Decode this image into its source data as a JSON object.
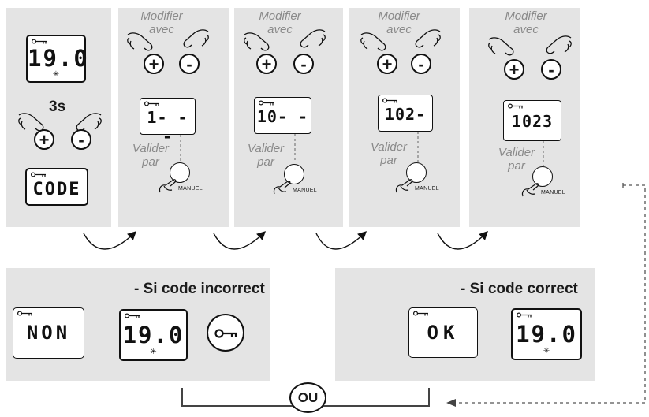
{
  "colors": {
    "panel": "#e4e4e4",
    "italic_text": "#8a8a8a",
    "ink": "#111111"
  },
  "icons": {
    "key": "key-icon",
    "finger": "pointing-finger-icon",
    "star": "sun-star-icon",
    "arrow": "curved-arrow-icon"
  },
  "step1": {
    "display": "19.0",
    "hold_time": "3s",
    "plus": "+",
    "minus": "-",
    "code_display": "CODE"
  },
  "steps": [
    {
      "modify": "Modifier avec",
      "plus": "+",
      "minus": "-",
      "display": "1- - -",
      "validate": "Valider par",
      "button": "MANUEL"
    },
    {
      "modify": "Modifier avec",
      "plus": "+",
      "minus": "-",
      "display": "10- -",
      "validate": "Valider par",
      "button": "MANUEL"
    },
    {
      "modify": "Modifier avec",
      "plus": "+",
      "minus": "-",
      "display": "102-",
      "validate": "Valider par",
      "button": "MANUEL"
    },
    {
      "modify": "Modifier avec",
      "plus": "+",
      "minus": "-",
      "display": "1023",
      "validate": "Valider par",
      "button": "MANUEL"
    }
  ],
  "incorrect": {
    "title": "- Si code incorrect",
    "display1": "NON",
    "display2": "19.0"
  },
  "correct": {
    "title": "- Si code correct",
    "display1": "OK",
    "display2": "19.0"
  },
  "ou": "OU"
}
